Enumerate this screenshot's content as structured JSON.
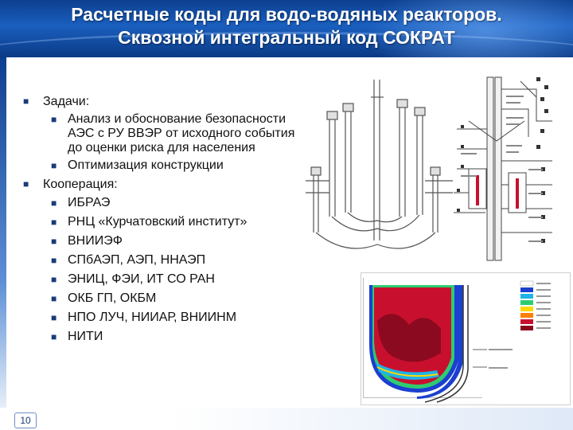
{
  "slide": {
    "title_line1": "Расчетные коды для водо-водяных реакторов.",
    "title_line2": "Сквозной интегральный код СОКРАТ",
    "page_number": "10"
  },
  "bullets": {
    "tasks_heading": "Задачи:",
    "tasks": [
      "Анализ и обоснование безопасности АЭС с РУ ВВЭР от исходного события до оценки риска для населения",
      "Оптимизация конструкции"
    ],
    "coop_heading": "Кооперация:",
    "coop": [
      "ИБРАЭ",
      "РНЦ «Курчатовский институт»",
      "ВНИИЭФ",
      "СПбАЭП, АЭП, ННАЭП",
      "ЭНИЦ, ФЭИ, ИТ СО РАН",
      "ОКБ ГП, ОКБМ",
      "НПО ЛУЧ, НИИАР, ВНИИНМ",
      "НИТИ"
    ]
  },
  "colors": {
    "header_blue": "#1a5fbf",
    "bullet_blue": "#1b3b78",
    "melt_red": "#c8102e",
    "contour_blue": "#1b3fd0"
  }
}
